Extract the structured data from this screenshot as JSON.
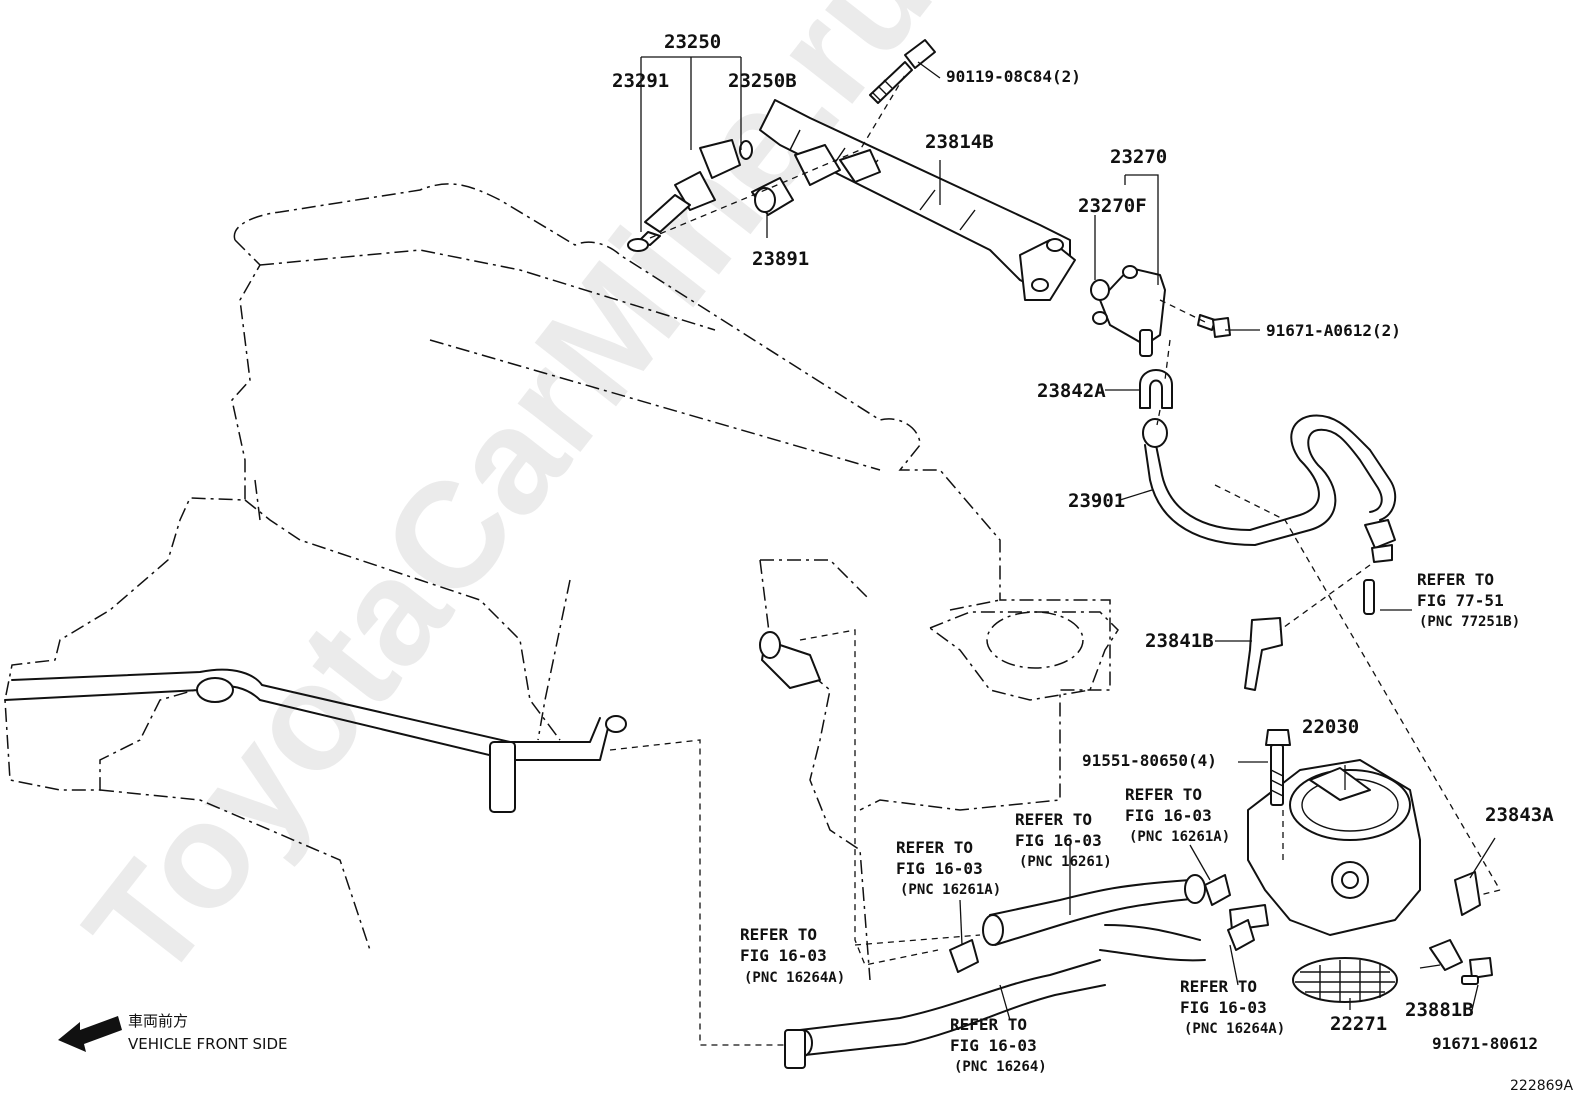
{
  "watermark": "ToyotaCarMine.ru",
  "illustration_id": "222869A",
  "front_indicator": {
    "jp_label": "車両前方",
    "en_label": "VEHICLE FRONT SIDE"
  },
  "part_labels": {
    "p23250": "23250",
    "p23291": "23291",
    "p23250B": "23250B",
    "p90119": "90119-08C84(2)",
    "p23814B": "23814B",
    "p23270": "23270",
    "p23270F": "23270F",
    "p23891": "23891",
    "p91671_a": "91671-A0612(2)",
    "p23842A": "23842A",
    "p23901": "23901",
    "p23841B": "23841B",
    "p22030": "22030",
    "p91551": "91551-80650(4)",
    "p23843A": "23843A",
    "p23881B": "23881B",
    "p22271": "22271",
    "p91671_b": "91671-80612"
  },
  "refer_notes": {
    "fig77": {
      "line1": "REFER TO",
      "line2": "FIG 77-51",
      "line3": "(PNC 77251B)"
    },
    "a": {
      "line1": "REFER TO",
      "line2": "FIG 16-03",
      "line3": "(PNC 16261A)"
    },
    "b": {
      "line1": "REFER TO",
      "line2": "FIG 16-03",
      "line3": "(PNC 16261)"
    },
    "c": {
      "line1": "REFER TO",
      "line2": "FIG 16-03",
      "line3": "(PNC 16261A)"
    },
    "d": {
      "line1": "REFER TO",
      "line2": "FIG 16-03",
      "line3": "(PNC 16264A)"
    },
    "e": {
      "line1": "REFER TO",
      "line2": "FIG 16-03",
      "line3": "(PNC 16264A)"
    },
    "f": {
      "line1": "REFER TO",
      "line2": "FIG 16-03",
      "line3": "(PNC 16264)"
    }
  }
}
